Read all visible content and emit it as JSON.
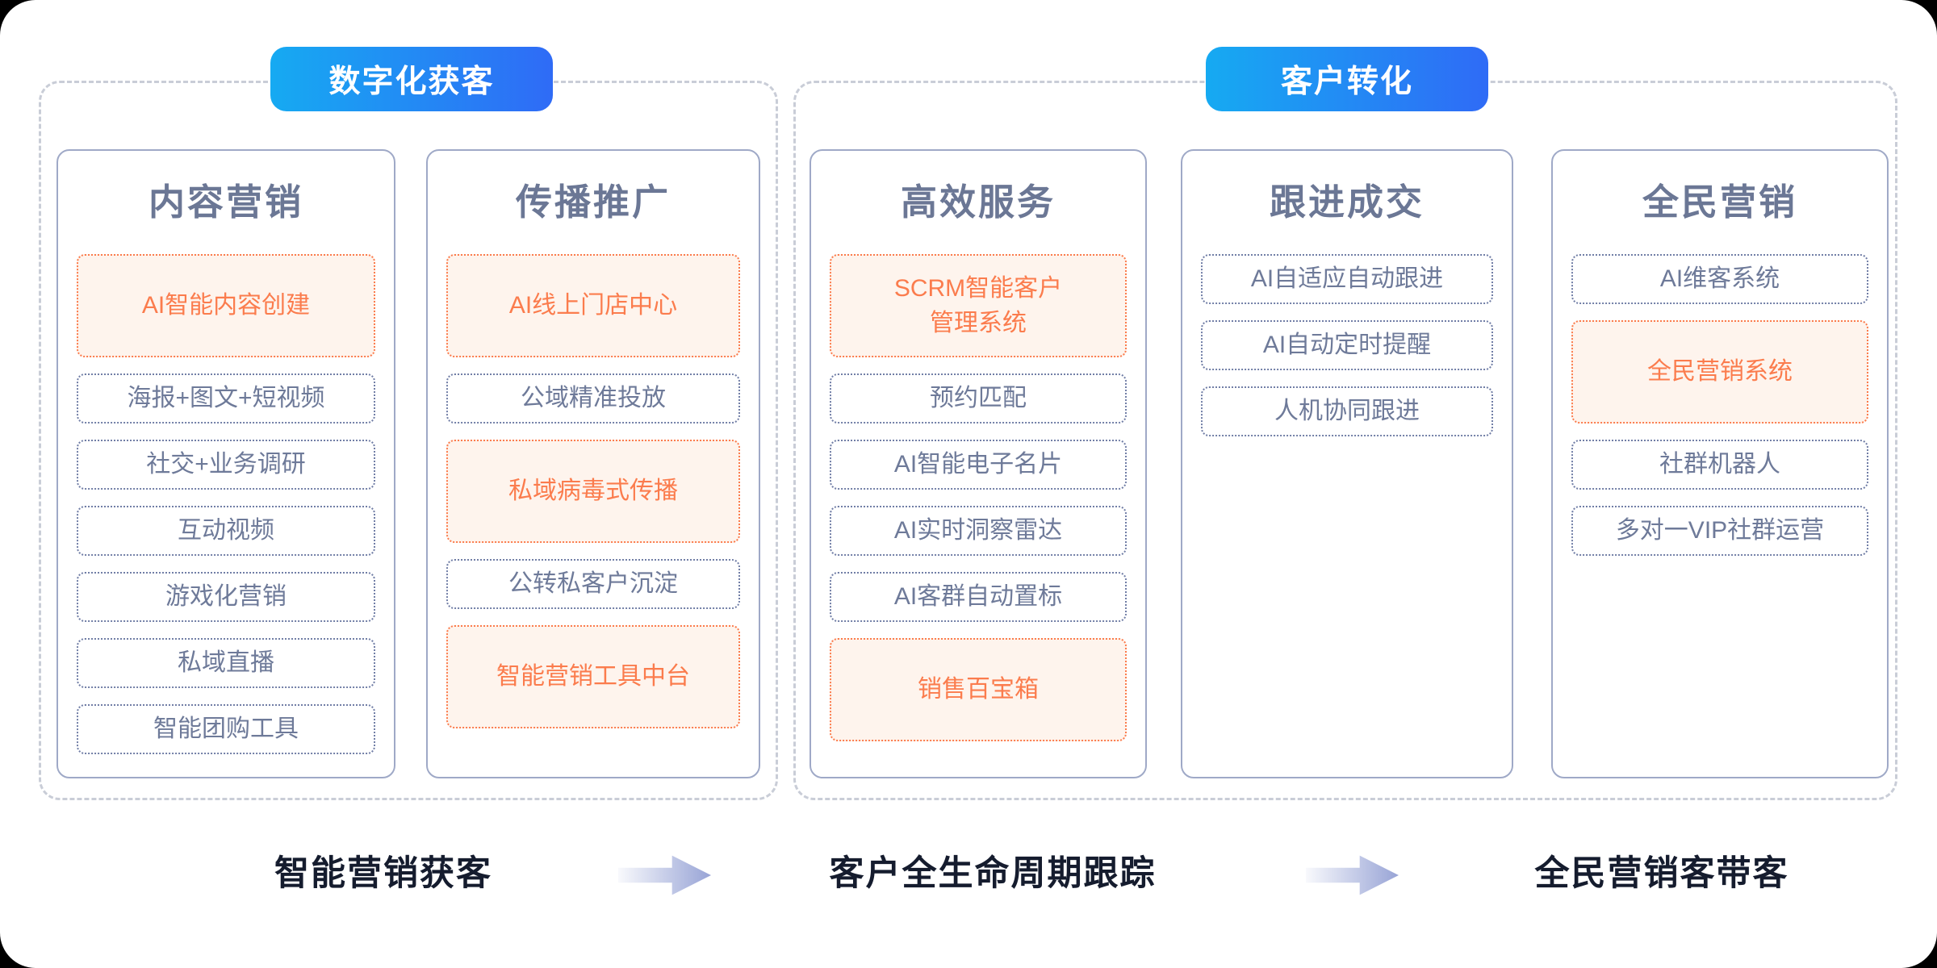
{
  "colors": {
    "badge_gradient_start": "#16aaf2",
    "badge_gradient_end": "#2f6bf6",
    "highlight_orange": "#fb7c4d",
    "highlight_orange_bg": "#fef4ed",
    "slate_text": "#6e7a99",
    "card_border": "#9fa9c7",
    "container_dash": "#c9cdd7",
    "flow_text": "#151c2e",
    "arrow_fill": "#98a4d6"
  },
  "sections": [
    {
      "badge": "数字化获客",
      "columns": [
        {
          "title": "内容营销",
          "items": [
            {
              "label": "AI智能内容创建",
              "highlight": true
            },
            {
              "label": "海报+图文+短视频",
              "highlight": false
            },
            {
              "label": "社交+业务调研",
              "highlight": false
            },
            {
              "label": "互动视频",
              "highlight": false
            },
            {
              "label": "游戏化营销",
              "highlight": false
            },
            {
              "label": "私域直播",
              "highlight": false
            },
            {
              "label": "智能团购工具",
              "highlight": false
            }
          ]
        },
        {
          "title": "传播推广",
          "items": [
            {
              "label": "AI线上门店中心",
              "highlight": true
            },
            {
              "label": "公域精准投放",
              "highlight": false
            },
            {
              "label": "私域病毒式传播",
              "highlight": true
            },
            {
              "label": "公转私客户沉淀",
              "highlight": false
            },
            {
              "label": "智能营销工具中台",
              "highlight": true
            }
          ]
        }
      ]
    },
    {
      "badge": "客户转化",
      "columns": [
        {
          "title": "高效服务",
          "items": [
            {
              "label": "SCRM智能客户\n管理系统",
              "highlight": true
            },
            {
              "label": "预约匹配",
              "highlight": false
            },
            {
              "label": "AI智能电子名片",
              "highlight": false
            },
            {
              "label": "AI实时洞察雷达",
              "highlight": false
            },
            {
              "label": "AI客群自动置标",
              "highlight": false
            },
            {
              "label": "销售百宝箱",
              "highlight": true
            }
          ]
        },
        {
          "title": "跟进成交",
          "items": [
            {
              "label": "AI自适应自动跟进",
              "highlight": false
            },
            {
              "label": "AI自动定时提醒",
              "highlight": false
            },
            {
              "label": "人机协同跟进",
              "highlight": false
            }
          ]
        },
        {
          "title": "全民营销",
          "items": [
            {
              "label": "AI维客系统",
              "highlight": false
            },
            {
              "label": "全民营销系统",
              "highlight": true
            },
            {
              "label": "社群机器人",
              "highlight": false
            },
            {
              "label": "多对一VIP社群运营",
              "highlight": false
            }
          ]
        }
      ]
    }
  ],
  "flow": [
    {
      "label": "智能营销获客"
    },
    {
      "label": "客户全生命周期跟踪"
    },
    {
      "label": "全民营销客带客"
    }
  ]
}
